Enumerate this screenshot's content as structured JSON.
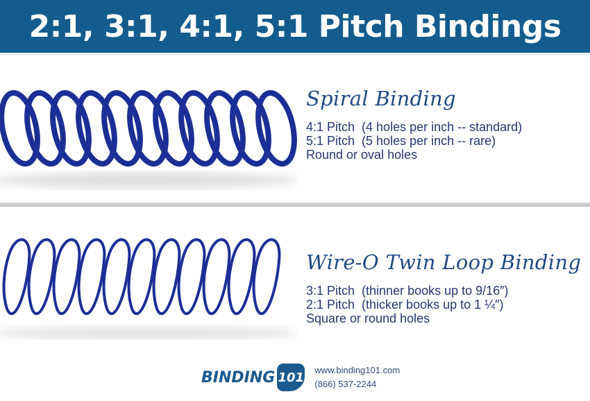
{
  "header": {
    "title": "2:1, 3:1, 4:1, 5:1 Pitch Bindings"
  },
  "spiral": {
    "title": "Spiral Binding",
    "lines": [
      "4:1 Pitch  (4 holes per inch -- standard)",
      "5:1 Pitch  (5 holes per inch -- rare)",
      "Round or oval holes"
    ]
  },
  "wireo": {
    "title": "Wire-O Twin Loop Binding",
    "lines": [
      "3:1 Pitch  (thinner books up to 9/16″)",
      "2:1 Pitch  (thicker books up to 1 ¼″)",
      "Square or round holes"
    ]
  },
  "footer": {
    "logo_text": "BINDING",
    "logo_number": "101",
    "website": "www.binding101.com",
    "phone": "(866) 537-2244"
  },
  "colors": {
    "header_bg": "#145c8e",
    "coil": "#1c2f96",
    "text": "#24366e"
  }
}
